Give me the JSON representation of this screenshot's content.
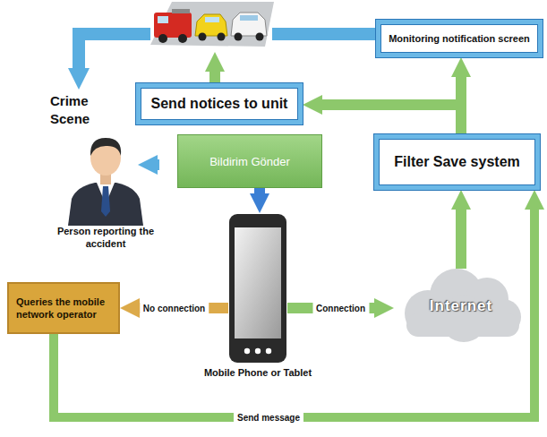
{
  "diagram": {
    "nodes": [
      {
        "text": [
          "Monitoring notification screen"
        ]
      },
      {
        "text": [
          "Send notices to unit"
        ]
      },
      {
        "text": [
          "Bildirim Gönder"
        ]
      },
      {
        "text": [
          "Filter Save system"
        ]
      },
      {
        "text": [
          "Person reporting the accident"
        ]
      },
      {
        "text": [
          "Queries the mobile network operator"
        ]
      },
      {
        "text": [
          "Mobile Phone or Tablet"
        ]
      },
      {
        "text": [
          "Internet"
        ]
      }
    ],
    "edges": [
      {
        "from": 4,
        "to": 2,
        "arrow": "to"
      },
      {
        "from": 2,
        "to": 6,
        "arrow": "to"
      },
      {
        "from": 6,
        "to": 5,
        "label": "No connection",
        "arrow": "to"
      },
      {
        "from": 6,
        "to": 7,
        "label": "Connection",
        "arrow": "to"
      },
      {
        "from": 7,
        "to": 3,
        "arrow": "to"
      },
      {
        "from": 3,
        "to": 0,
        "arrow": "to"
      },
      {
        "from": 3,
        "to": 1,
        "arrow": "to"
      },
      {
        "from": 5,
        "to": 3,
        "label": "Send message",
        "arrow": "to"
      }
    ],
    "labels": [
      "Crime Scene"
    ]
  }
}
